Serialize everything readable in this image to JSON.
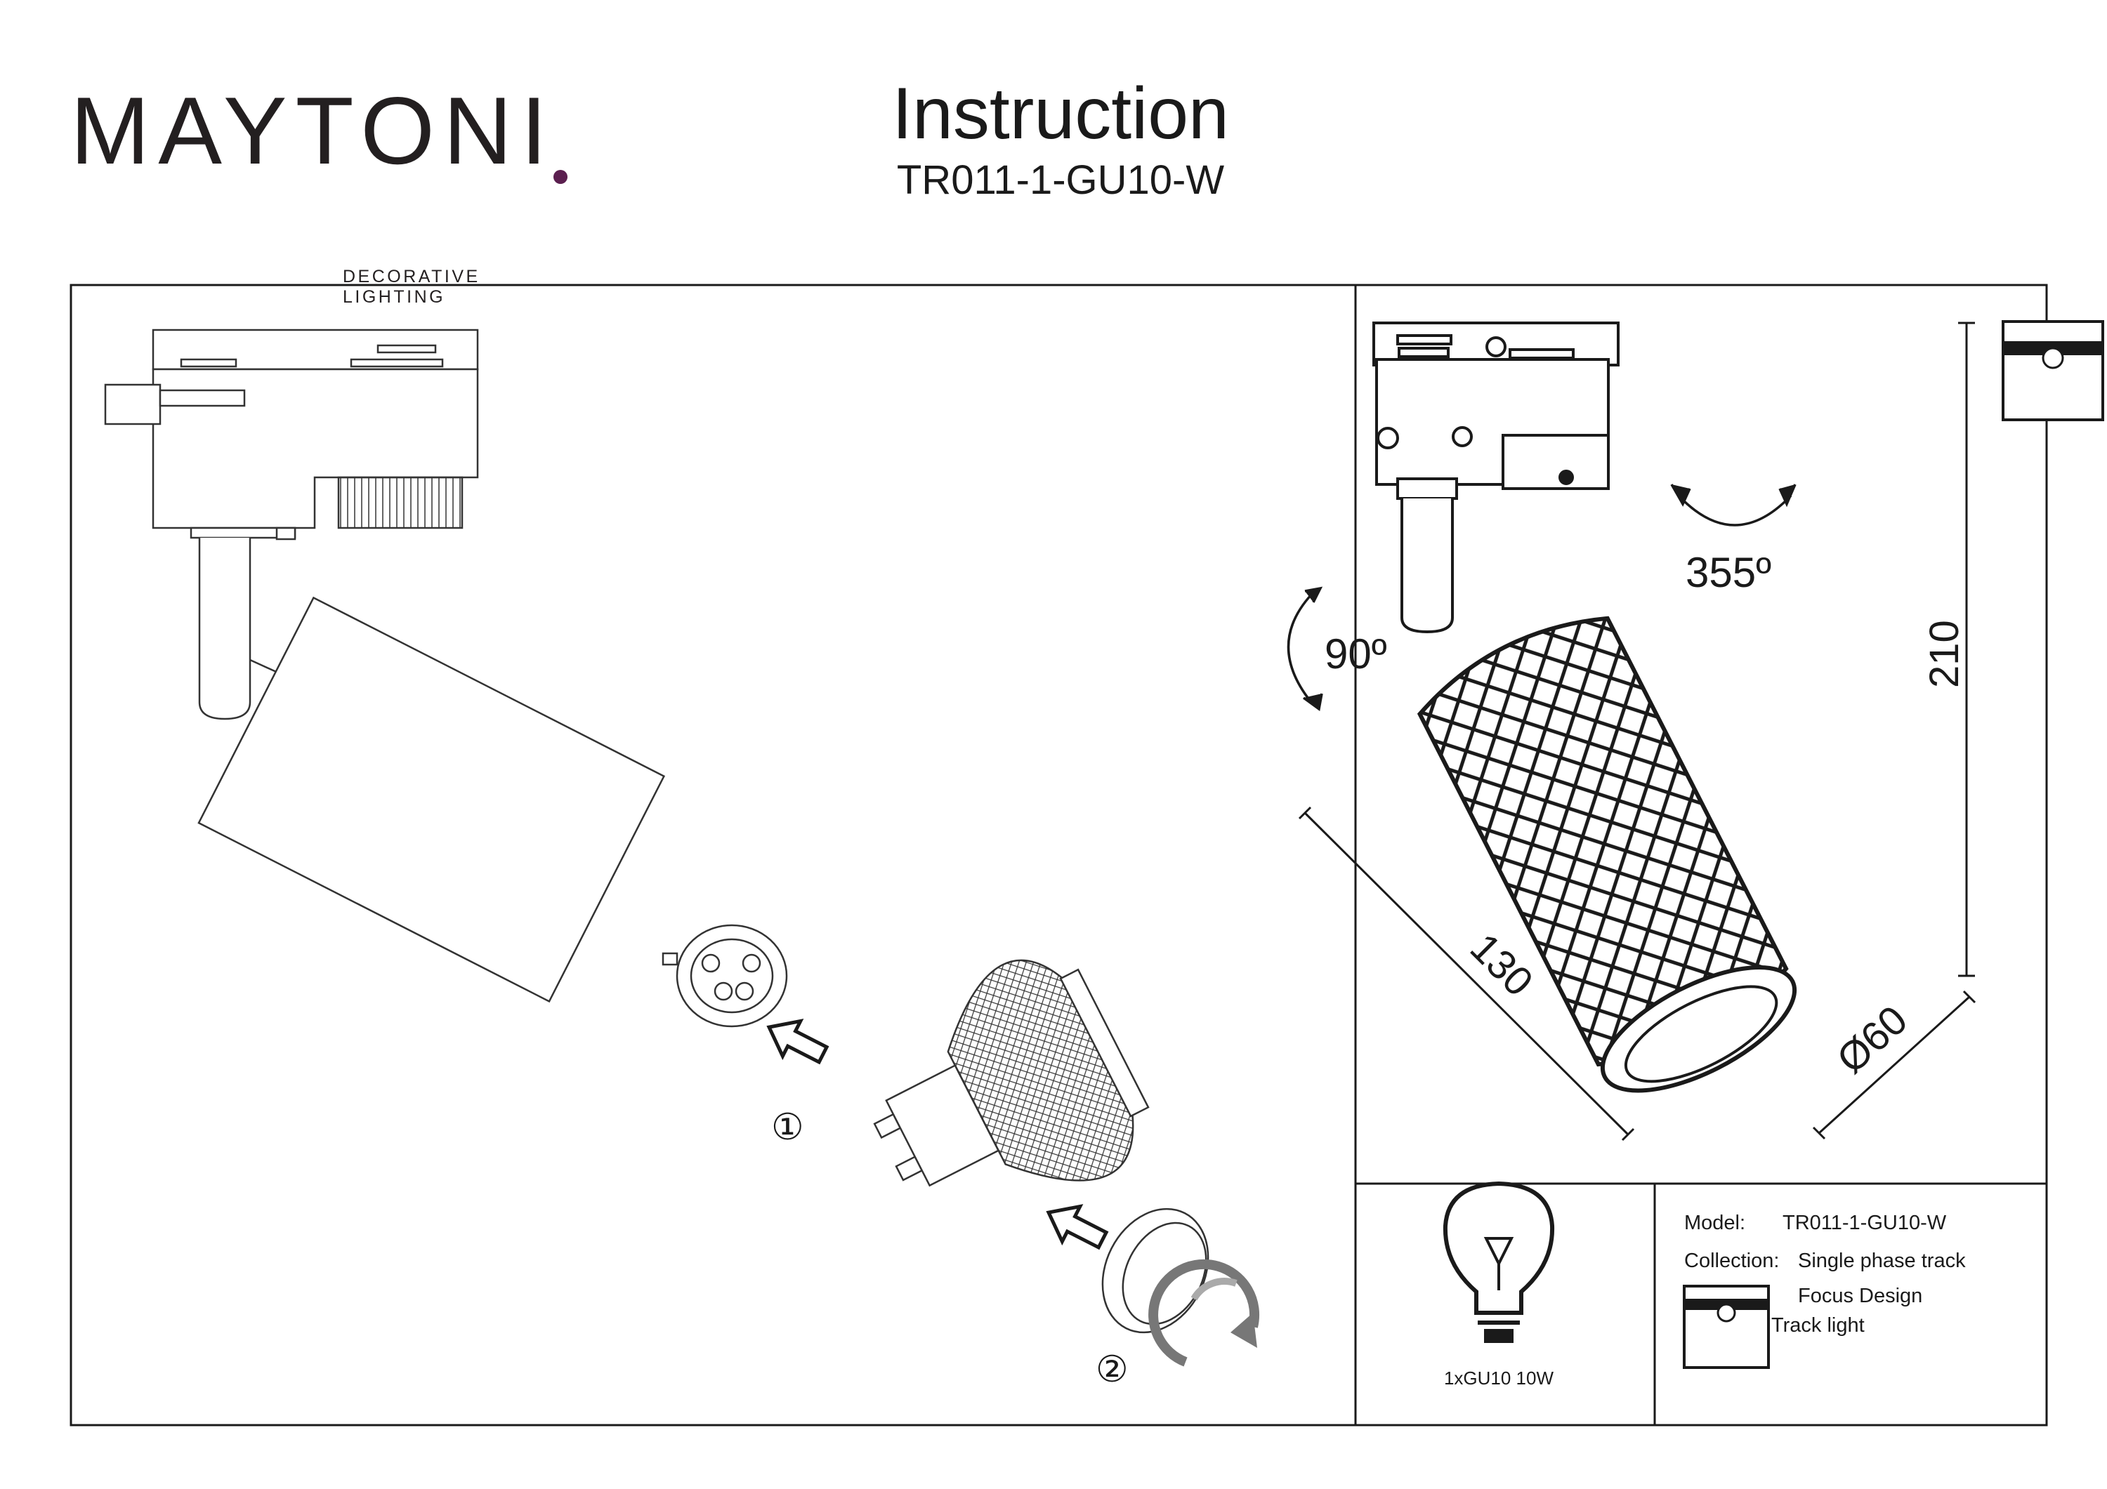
{
  "brand": {
    "name": "MAYTONI",
    "tagline": "DECORATIVE LIGHTING",
    "accent_color": "#5b1f4f"
  },
  "header": {
    "title": "Instruction",
    "model_code": "TR011-1-GU10-W"
  },
  "assembly": {
    "step1": "①",
    "step2": "②"
  },
  "dimensions": {
    "rotation_vertical": "90º",
    "rotation_horizontal": "355º",
    "height": "210",
    "length": "130",
    "diameter": "Ø60"
  },
  "lamp": {
    "icon": "light-bulb-icon",
    "label": "1xGU10 10W"
  },
  "spec": {
    "model_label": "Model:",
    "model_value": "TR011-1-GU10-W",
    "collection_label": "Collection:",
    "collection_value": "Single phase track",
    "design_value": "Focus Design",
    "type_icon": "track-light-icon",
    "type_value": "Track light"
  }
}
